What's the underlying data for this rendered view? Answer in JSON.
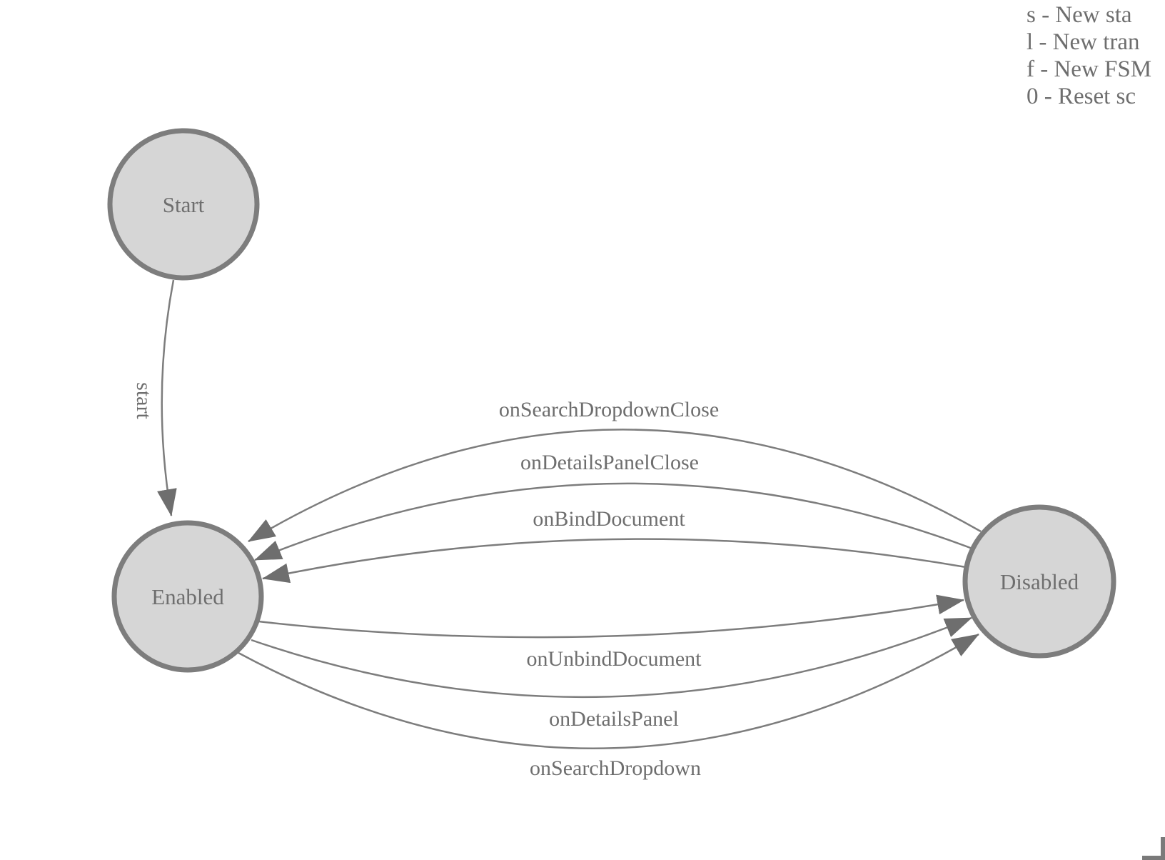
{
  "legend": {
    "lines": [
      "s - New sta",
      "l - New tran",
      "f - New FSM",
      "0 - Reset sc"
    ]
  },
  "fsm": {
    "states": [
      {
        "id": "start",
        "label": "Start"
      },
      {
        "id": "enabled",
        "label": "Enabled"
      },
      {
        "id": "disabled",
        "label": "Disabled"
      }
    ],
    "transitions": [
      {
        "label": "start",
        "from": "Start",
        "to": "Enabled"
      },
      {
        "label": "onSearchDropdownClose",
        "from": "Disabled",
        "to": "Enabled"
      },
      {
        "label": "onDetailsPanelClose",
        "from": "Disabled",
        "to": "Enabled"
      },
      {
        "label": "onBindDocument",
        "from": "Disabled",
        "to": "Enabled"
      },
      {
        "label": "onUnbindDocument",
        "from": "Enabled",
        "to": "Disabled"
      },
      {
        "label": "onDetailsPanel",
        "from": "Enabled",
        "to": "Disabled"
      },
      {
        "label": "onSearchDropdown",
        "from": "Enabled",
        "to": "Disabled"
      }
    ]
  },
  "colors": {
    "node_fill": "#d6d6d6",
    "node_stroke": "#7d7d7d",
    "edge_stroke": "#7d7d7d",
    "arrow_fill": "#6e6e6e",
    "text": "#6e6e6e"
  }
}
